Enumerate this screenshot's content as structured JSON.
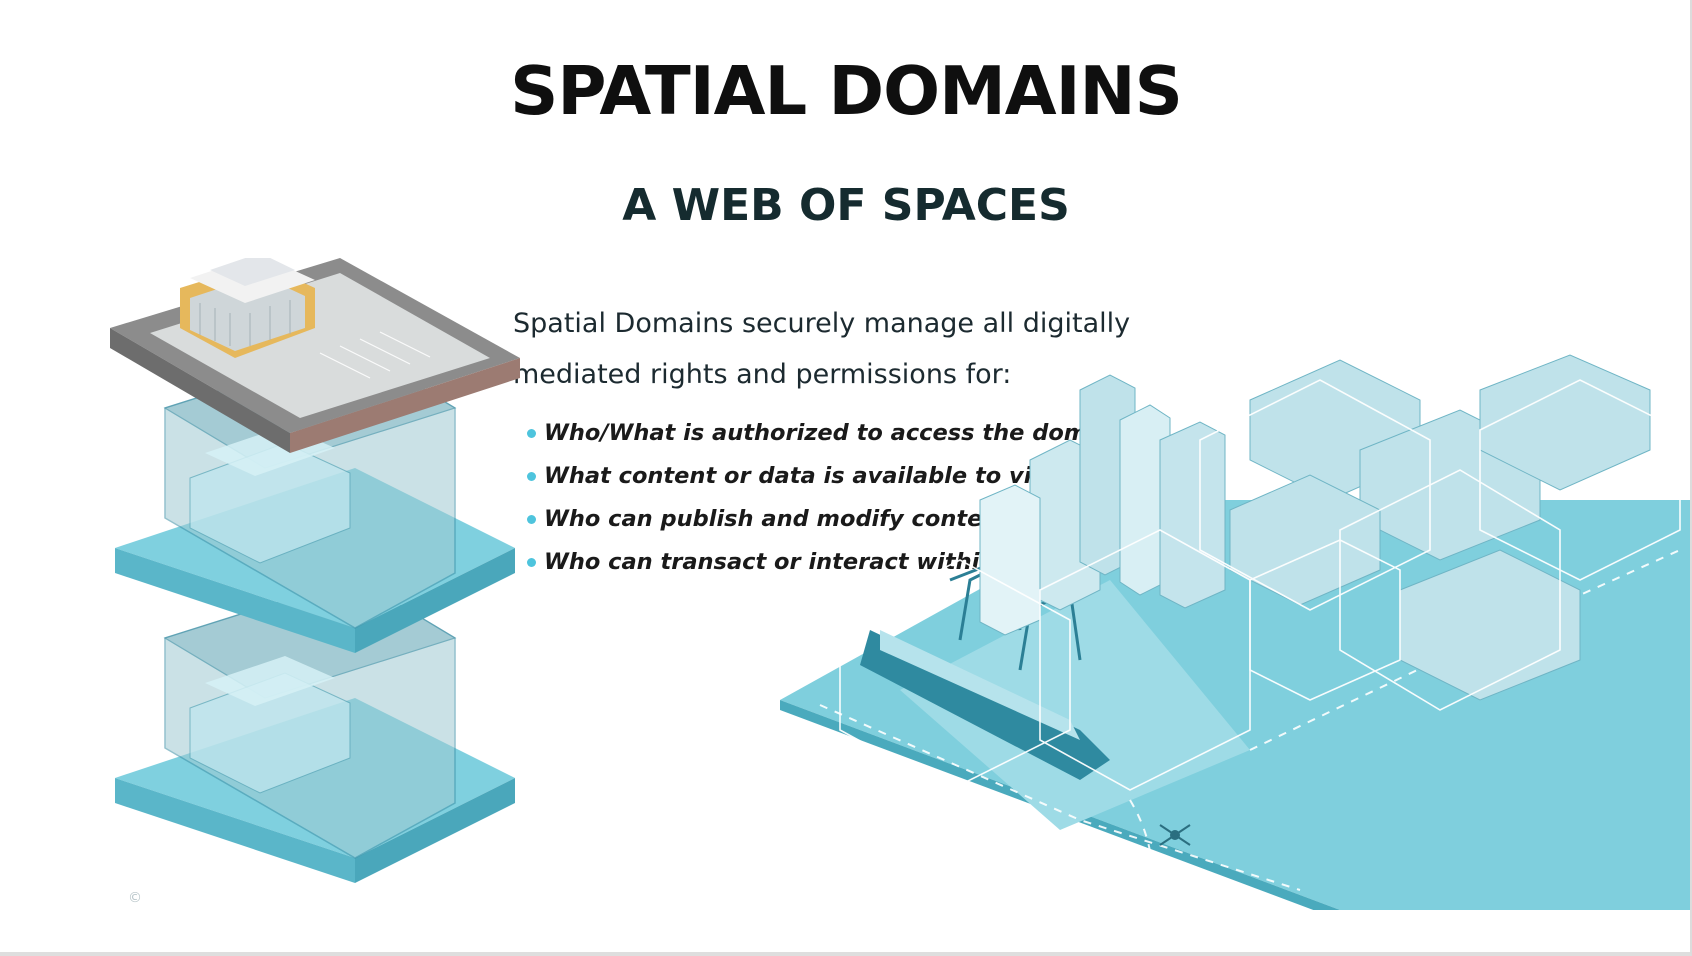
{
  "slide": {
    "title": "SPATIAL DOMAINS",
    "subtitle": "A WEB OF SPACES",
    "intro_line1": "Spatial Domains securely manage all digitally",
    "intro_line2": "mediated rights and permissions for:",
    "bullets": [
      "Who/What is authorized to access the domain",
      "What content or data is available to view",
      "Who can publish and modify content",
      "Who can transact or interact within it"
    ],
    "copyright_mark": "©"
  },
  "colors": {
    "accent": "#4ec4dd",
    "slab": "#68c3d4",
    "glass": "#8fc6d1",
    "title": "#0f0f0f",
    "subtitle": "#152b2f"
  },
  "illustrations": {
    "left": "stacked-isometric-building-floors",
    "right": "isometric-port-city"
  }
}
